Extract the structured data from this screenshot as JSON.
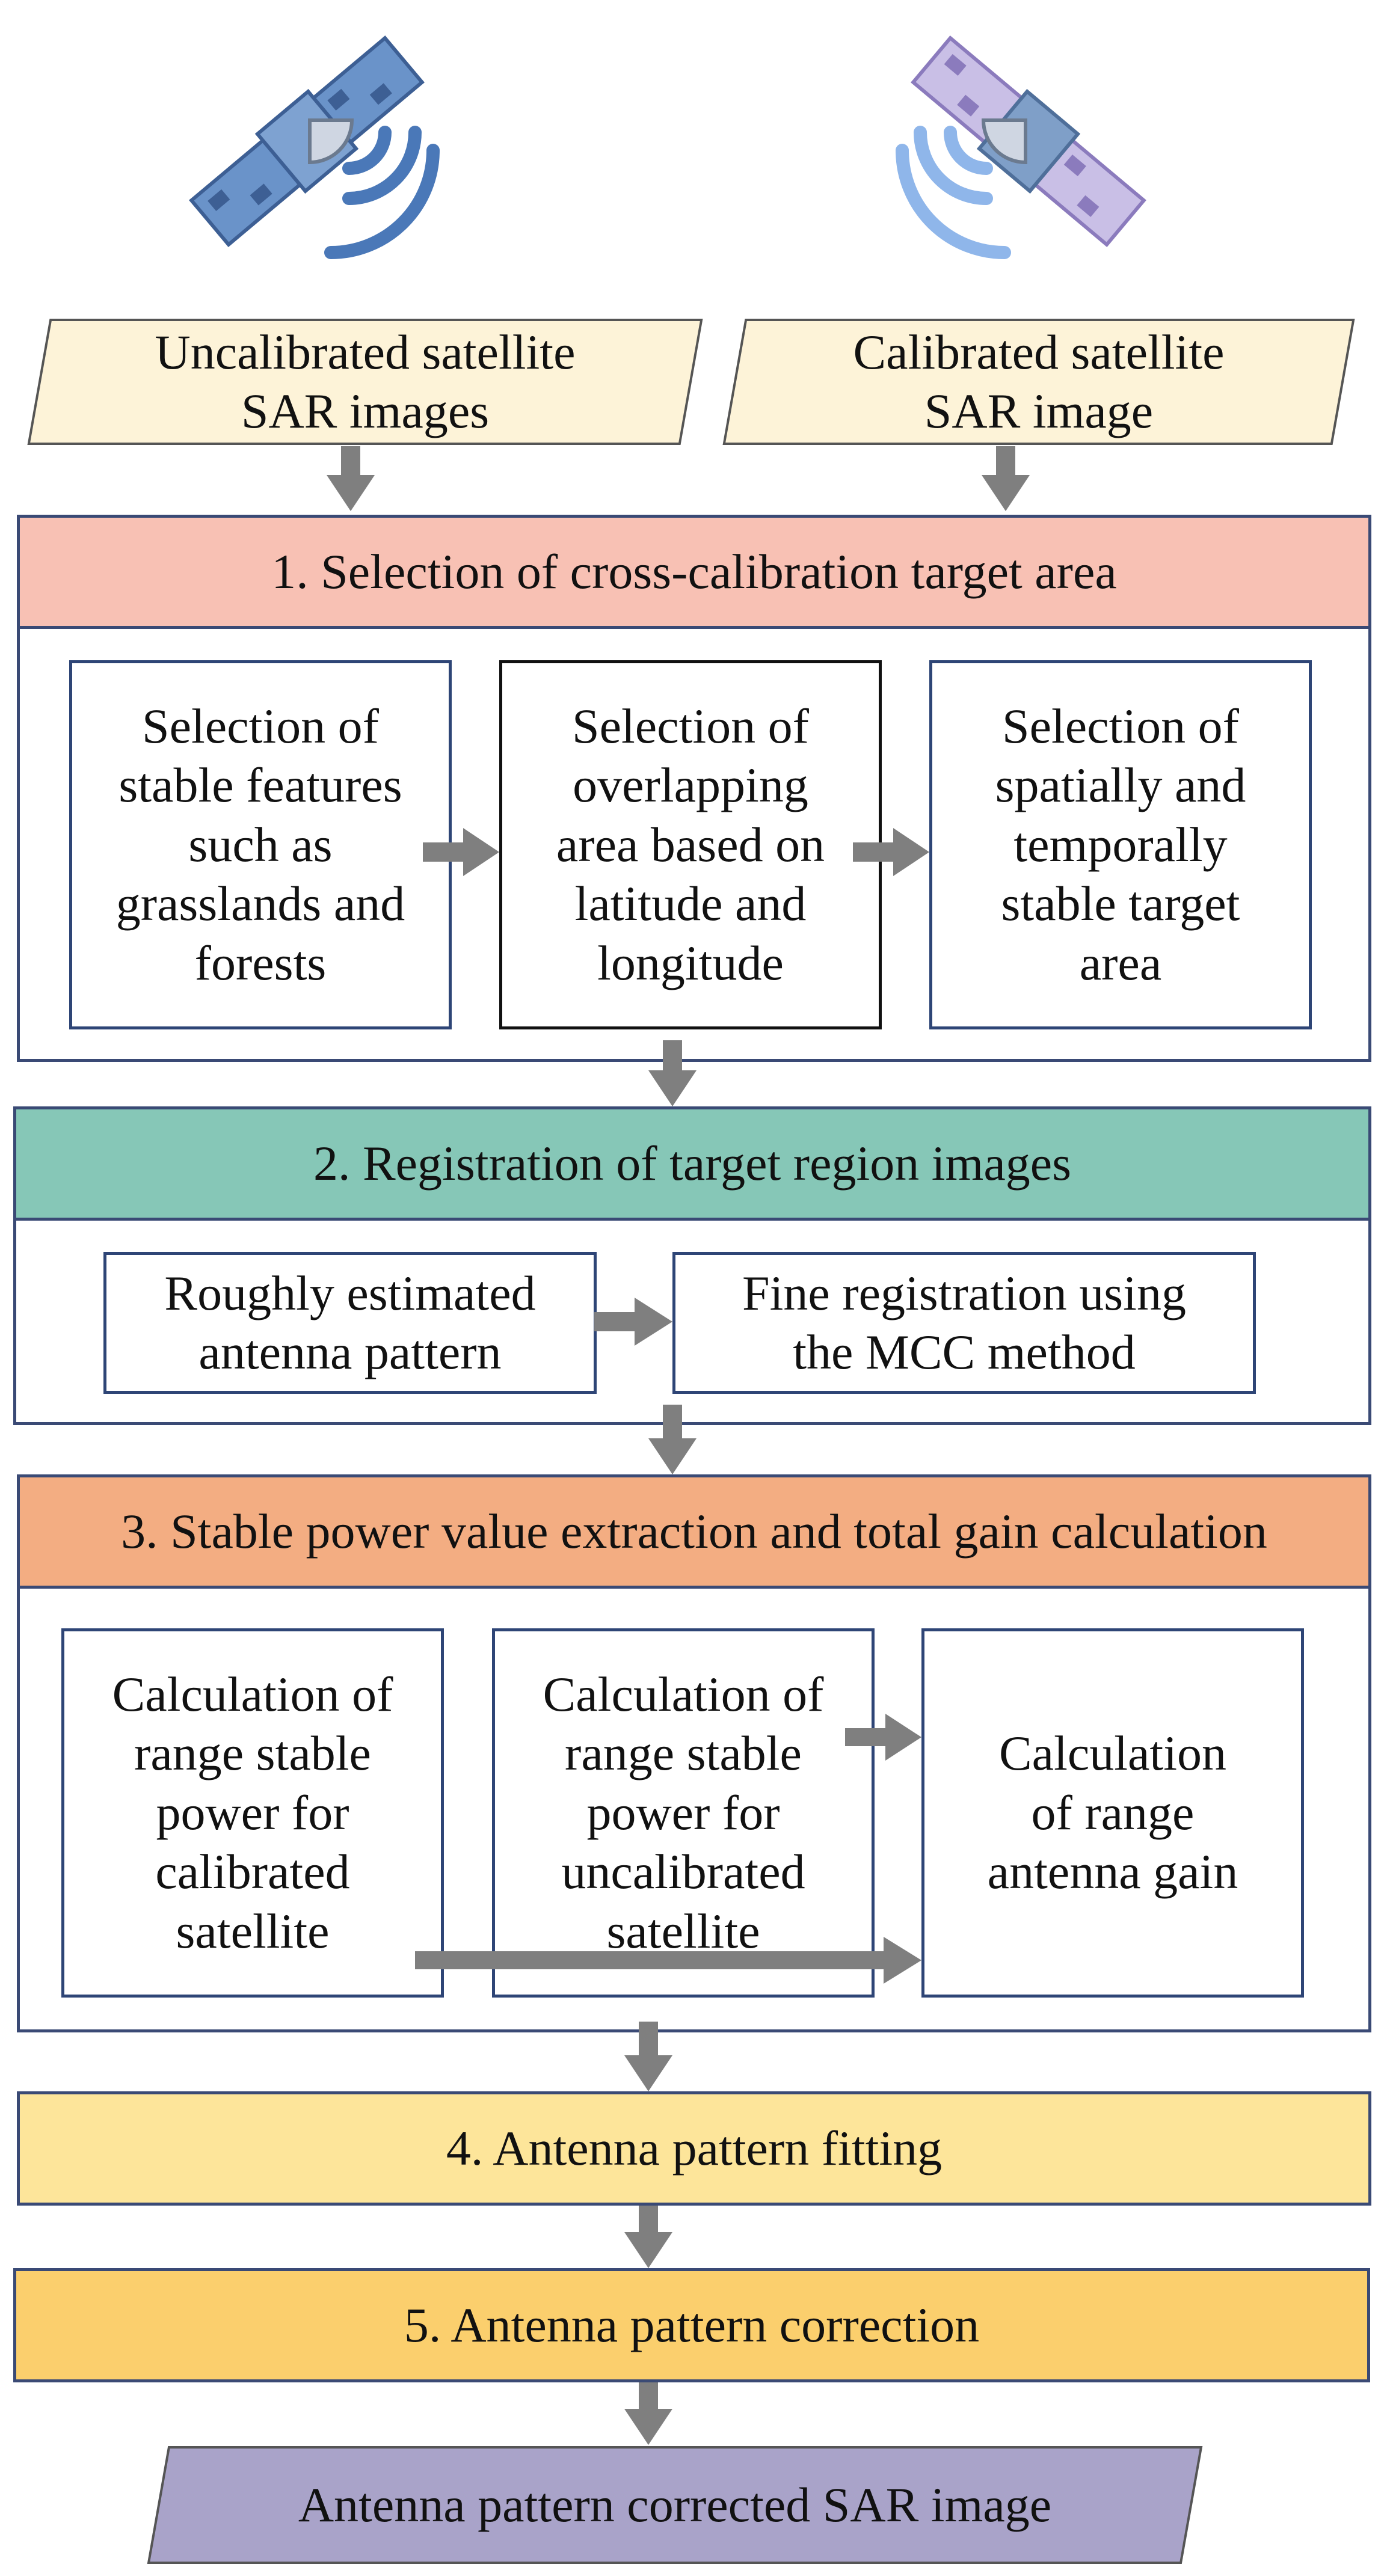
{
  "inputs": {
    "uncalibrated": "Uncalibrated satellite\nSAR images",
    "calibrated": "Calibrated satellite\nSAR image"
  },
  "step1": {
    "title": "1. Selection of cross-calibration target area",
    "boxes": [
      "Selection of\nstable features\nsuch as\ngrasslands and\nforests",
      "Selection of\noverlapping\narea based on\nlatitude and\nlongitude",
      "Selection of\nspatially and\ntemporally\nstable target\narea"
    ]
  },
  "step2": {
    "title": "2. Registration of target region images",
    "boxes": [
      "Roughly estimated\nantenna pattern",
      "Fine registration using\nthe MCC method"
    ]
  },
  "step3": {
    "title": "3. Stable power value extraction and total gain calculation",
    "boxes": [
      "Calculation of\nrange stable\npower for\ncalibrated\nsatellite",
      "Calculation of\nrange stable\npower for\nuncalibrated\nsatellite",
      "Calculation\nof range\nantenna gain"
    ]
  },
  "step4": {
    "title": "4. Antenna pattern fitting"
  },
  "step5": {
    "title": "5. Antenna pattern correction"
  },
  "output": {
    "label": "Antenna pattern corrected SAR image"
  },
  "colors": {
    "input_fill": "#fdf3d8",
    "step1_header": "#f8c1b4",
    "step2_header": "#86c7b7",
    "step3_header": "#f3ad82",
    "step4_fill": "#fde59a",
    "step5_fill": "#fbcf6d",
    "output_fill": "#a9a3c9",
    "arrow": "#7f7f7f",
    "satellite_left": "#6a93c9",
    "satellite_right": "#b3a6d6"
  },
  "icons": [
    "satellite-icon-left",
    "satellite-icon-right"
  ]
}
